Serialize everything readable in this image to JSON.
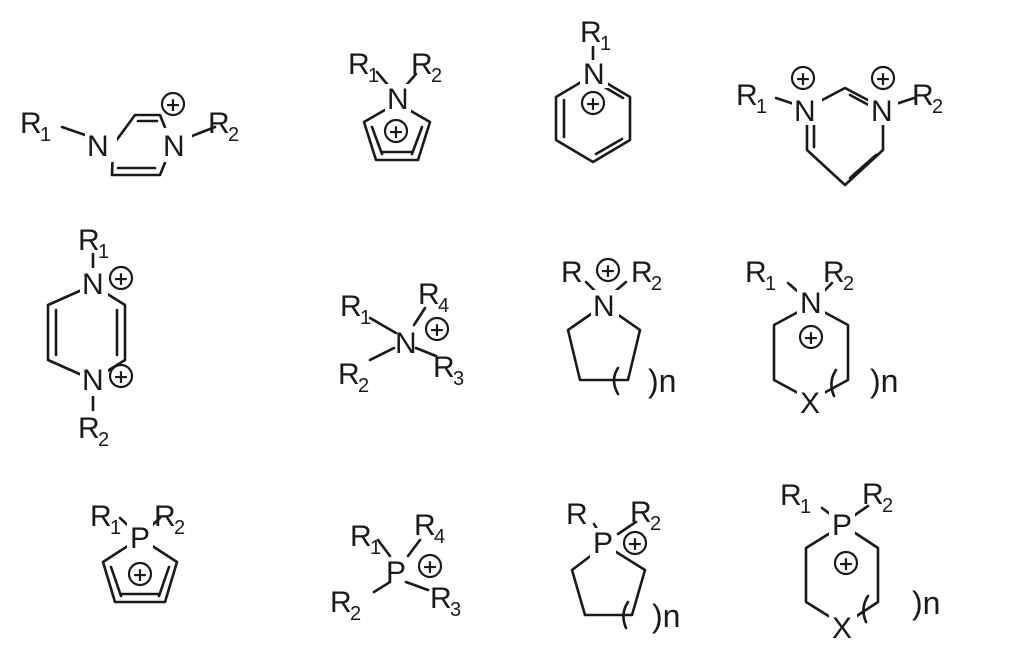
{
  "labels": {
    "r1": "R",
    "r1_sub": "1",
    "r2": "R",
    "r2_sub": "2",
    "r3": "R",
    "r3_sub": "3",
    "r4": "R",
    "r4_sub": "4",
    "n": "N",
    "p": "P",
    "x": "X",
    "ring_size": ")n",
    "charge": "+"
  }
}
